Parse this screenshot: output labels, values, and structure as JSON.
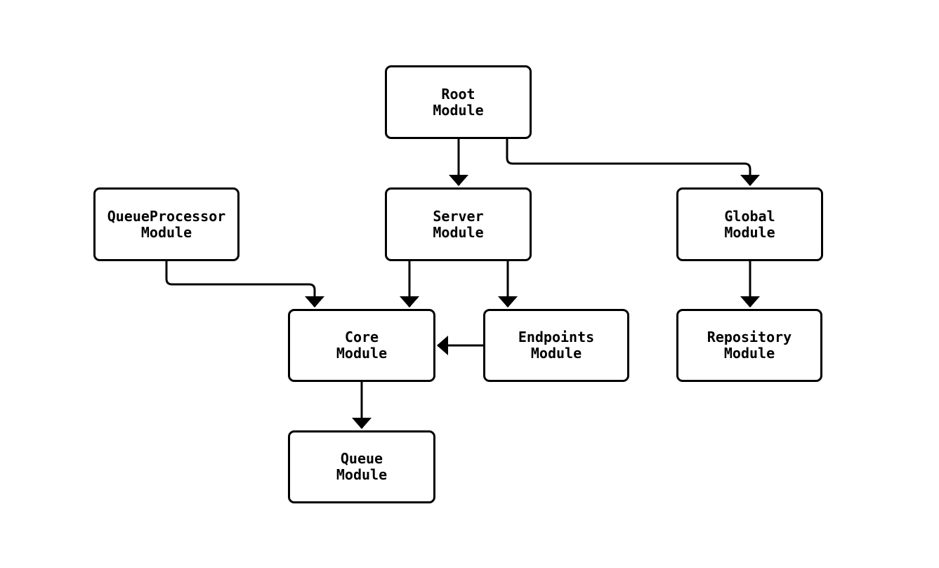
{
  "diagram": {
    "type": "module-dependency-graph",
    "background_color": "#ffffff",
    "node_border_color": "#000000",
    "node_fill_color": "#ffffff",
    "edge_color": "#000000",
    "text_color": "#000000",
    "nodes": [
      {
        "id": "root-module",
        "line1": "Root",
        "line2": "Module"
      },
      {
        "id": "queue-processor-module",
        "line1": "QueueProcessor",
        "line2": "Module"
      },
      {
        "id": "server-module",
        "line1": "Server",
        "line2": "Module"
      },
      {
        "id": "global-module",
        "line1": "Global",
        "line2": "Module"
      },
      {
        "id": "core-module",
        "line1": "Core",
        "line2": "Module"
      },
      {
        "id": "endpoints-module",
        "line1": "Endpoints",
        "line2": "Module"
      },
      {
        "id": "repository-module",
        "line1": "Repository",
        "line2": "Module"
      },
      {
        "id": "queue-module",
        "line1": "Queue",
        "line2": "Module"
      }
    ],
    "edges": [
      {
        "from": "Root Module",
        "to": "Server Module"
      },
      {
        "from": "Root Module",
        "to": "Global Module"
      },
      {
        "from": "QueueProcessor Module",
        "to": "Core Module"
      },
      {
        "from": "Server Module",
        "to": "Core Module"
      },
      {
        "from": "Server Module",
        "to": "Endpoints Module"
      },
      {
        "from": "Endpoints Module",
        "to": "Core Module"
      },
      {
        "from": "Core Module",
        "to": "Queue Module"
      },
      {
        "from": "Global Module",
        "to": "Repository Module"
      }
    ]
  }
}
